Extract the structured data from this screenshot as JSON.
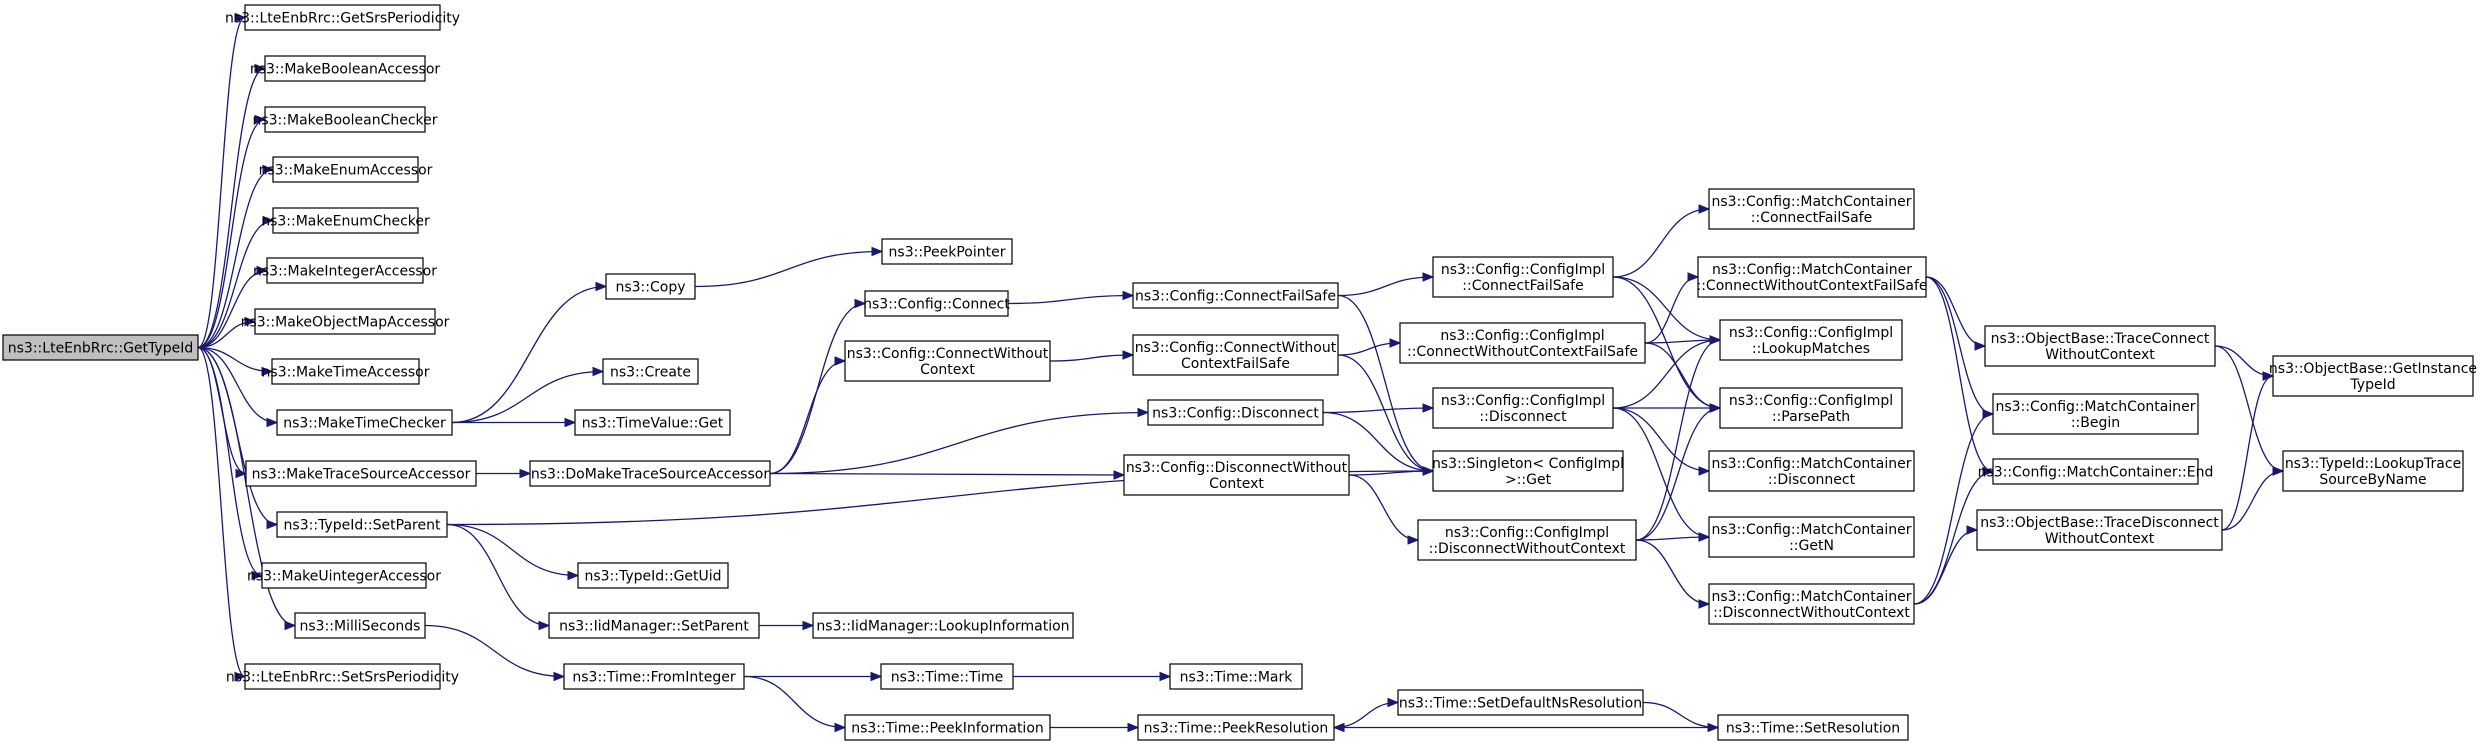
{
  "diagram": {
    "type": "call-graph",
    "nodes": [
      {
        "id": "root",
        "lines": [
          "ns3::LteEnbRrc::GetTypeId"
        ],
        "root": true
      },
      {
        "id": "getsrs",
        "lines": [
          "ns3::LteEnbRrc::GetSrsPeriodicity"
        ]
      },
      {
        "id": "mkboolacc",
        "lines": [
          "ns3::MakeBooleanAccessor"
        ]
      },
      {
        "id": "mkboolchk",
        "lines": [
          "ns3::MakeBooleanChecker"
        ]
      },
      {
        "id": "mkenumacc",
        "lines": [
          "ns3::MakeEnumAccessor"
        ]
      },
      {
        "id": "mkenumchk",
        "lines": [
          "ns3::MakeEnumChecker"
        ]
      },
      {
        "id": "mkintacc",
        "lines": [
          "ns3::MakeIntegerAccessor"
        ]
      },
      {
        "id": "mkobjmap",
        "lines": [
          "ns3::MakeObjectMapAccessor"
        ]
      },
      {
        "id": "mktimeacc",
        "lines": [
          "ns3::MakeTimeAccessor"
        ]
      },
      {
        "id": "mktimechk",
        "lines": [
          "ns3::MakeTimeChecker"
        ]
      },
      {
        "id": "mktrace",
        "lines": [
          "ns3::MakeTraceSourceAccessor"
        ]
      },
      {
        "id": "setparent",
        "lines": [
          "ns3::TypeId::SetParent"
        ]
      },
      {
        "id": "mkuint",
        "lines": [
          "ns3::MakeUintegerAccessor"
        ]
      },
      {
        "id": "milli",
        "lines": [
          "ns3::MilliSeconds"
        ]
      },
      {
        "id": "setsrs",
        "lines": [
          "ns3::LteEnbRrc::SetSrsPeriodicity"
        ]
      },
      {
        "id": "copy",
        "lines": [
          "ns3::Copy"
        ]
      },
      {
        "id": "create",
        "lines": [
          "ns3::Create"
        ]
      },
      {
        "id": "tvget",
        "lines": [
          "ns3::TimeValue::Get"
        ]
      },
      {
        "id": "peekptr",
        "lines": [
          "ns3::PeekPointer"
        ]
      },
      {
        "id": "domktrace",
        "lines": [
          "ns3::DoMakeTraceSourceAccessor"
        ]
      },
      {
        "id": "getuid",
        "lines": [
          "ns3::TypeId::GetUid"
        ]
      },
      {
        "id": "iidsetparent",
        "lines": [
          "ns3::IidManager::SetParent"
        ]
      },
      {
        "id": "iidlookup",
        "lines": [
          "ns3::IidManager::LookupInformation"
        ]
      },
      {
        "id": "fromint",
        "lines": [
          "ns3::Time::FromInteger"
        ]
      },
      {
        "id": "cfgconnect",
        "lines": [
          "ns3::Config::Connect"
        ]
      },
      {
        "id": "cfgconnwo",
        "lines": [
          "ns3::Config::ConnectWithout",
          "Context"
        ]
      },
      {
        "id": "timetime",
        "lines": [
          "ns3::Time::Time"
        ]
      },
      {
        "id": "peekinfo",
        "lines": [
          "ns3::Time::PeekInformation"
        ]
      },
      {
        "id": "cfgconnfs",
        "lines": [
          "ns3::Config::ConnectFailSafe"
        ]
      },
      {
        "id": "cfgconnwofs",
        "lines": [
          "ns3::Config::ConnectWithout",
          "ContextFailSafe"
        ]
      },
      {
        "id": "cfgdisc",
        "lines": [
          "ns3::Config::Disconnect"
        ]
      },
      {
        "id": "cfgdiscwo",
        "lines": [
          "ns3::Config::DisconnectWithout",
          "Context"
        ]
      },
      {
        "id": "timemark",
        "lines": [
          "ns3::Time::Mark"
        ]
      },
      {
        "id": "peekres",
        "lines": [
          "ns3::Time::PeekResolution"
        ]
      },
      {
        "id": "implconnfs",
        "lines": [
          "ns3::Config::ConfigImpl",
          "::ConnectFailSafe"
        ]
      },
      {
        "id": "implconnwofs",
        "lines": [
          "ns3::Config::ConfigImpl",
          "::ConnectWithoutContextFailSafe"
        ]
      },
      {
        "id": "impldisc",
        "lines": [
          "ns3::Config::ConfigImpl",
          "::Disconnect"
        ]
      },
      {
        "id": "singleton",
        "lines": [
          "ns3::Singleton< ConfigImpl",
          ">::Get"
        ]
      },
      {
        "id": "impldiscwo",
        "lines": [
          "ns3::Config::ConfigImpl",
          "::DisconnectWithoutContext"
        ]
      },
      {
        "id": "setdefres",
        "lines": [
          "ns3::Time::SetDefaultNsResolution"
        ]
      },
      {
        "id": "mcconnfs",
        "lines": [
          "ns3::Config::MatchContainer",
          "::ConnectFailSafe"
        ]
      },
      {
        "id": "mcconnwofs",
        "lines": [
          "ns3::Config::MatchContainer",
          "::ConnectWithoutContextFailSafe"
        ]
      },
      {
        "id": "lookupmatches",
        "lines": [
          "ns3::Config::ConfigImpl",
          "::LookupMatches"
        ]
      },
      {
        "id": "parsepath",
        "lines": [
          "ns3::Config::ConfigImpl",
          "::ParsePath"
        ]
      },
      {
        "id": "mcdisc",
        "lines": [
          "ns3::Config::MatchContainer",
          "::Disconnect"
        ]
      },
      {
        "id": "mcgetn",
        "lines": [
          "ns3::Config::MatchContainer",
          "::GetN"
        ]
      },
      {
        "id": "mcdiscwo",
        "lines": [
          "ns3::Config::MatchContainer",
          "::DisconnectWithoutContext"
        ]
      },
      {
        "id": "setres",
        "lines": [
          "ns3::Time::SetResolution"
        ]
      },
      {
        "id": "mcbegin",
        "lines": [
          "ns3::Config::MatchContainer",
          "::Begin"
        ]
      },
      {
        "id": "mcend",
        "lines": [
          "ns3::Config::MatchContainer::End"
        ]
      },
      {
        "id": "obtraceconn",
        "lines": [
          "ns3::ObjectBase::TraceConnect",
          "WithoutContext"
        ]
      },
      {
        "id": "obtracedisc",
        "lines": [
          "ns3::ObjectBase::TraceDisconnect",
          "WithoutContext"
        ]
      },
      {
        "id": "getinst",
        "lines": [
          "ns3::ObjectBase::GetInstance",
          "TypeId"
        ]
      },
      {
        "id": "lookuptrace",
        "lines": [
          "ns3::TypeId::LookupTrace",
          "SourceByName"
        ]
      }
    ],
    "edges": [
      [
        "root",
        "getsrs"
      ],
      [
        "root",
        "mkboolacc"
      ],
      [
        "root",
        "mkboolchk"
      ],
      [
        "root",
        "mkenumacc"
      ],
      [
        "root",
        "mkenumchk"
      ],
      [
        "root",
        "mkintacc"
      ],
      [
        "root",
        "mkobjmap"
      ],
      [
        "root",
        "mktimeacc"
      ],
      [
        "root",
        "mktimechk"
      ],
      [
        "root",
        "mktrace"
      ],
      [
        "root",
        "setparent"
      ],
      [
        "root",
        "mkuint"
      ],
      [
        "root",
        "milli"
      ],
      [
        "root",
        "setsrs"
      ],
      [
        "mktimechk",
        "copy"
      ],
      [
        "mktimechk",
        "create"
      ],
      [
        "mktimechk",
        "tvget"
      ],
      [
        "copy",
        "peekptr"
      ],
      [
        "mktrace",
        "domktrace"
      ],
      [
        "domktrace",
        "cfgconnect"
      ],
      [
        "domktrace",
        "cfgconnwo"
      ],
      [
        "domktrace",
        "cfgdisc"
      ],
      [
        "domktrace",
        "cfgdiscwo"
      ],
      [
        "setparent",
        "getuid"
      ],
      [
        "setparent",
        "iidsetparent"
      ],
      [
        "setparent",
        "singleton"
      ],
      [
        "iidsetparent",
        "iidlookup"
      ],
      [
        "milli",
        "fromint"
      ],
      [
        "fromint",
        "timetime"
      ],
      [
        "fromint",
        "peekinfo"
      ],
      [
        "timetime",
        "timemark"
      ],
      [
        "peekinfo",
        "peekres"
      ],
      [
        "peekres",
        "setdefres"
      ],
      [
        "setdefres",
        "setres"
      ],
      [
        "setres",
        "peekres"
      ],
      [
        "cfgconnect",
        "cfgconnfs"
      ],
      [
        "cfgconnwo",
        "cfgconnwofs"
      ],
      [
        "cfgconnfs",
        "implconnfs"
      ],
      [
        "cfgconnfs",
        "singleton"
      ],
      [
        "cfgconnwofs",
        "implconnwofs"
      ],
      [
        "cfgconnwofs",
        "singleton"
      ],
      [
        "cfgdisc",
        "impldisc"
      ],
      [
        "cfgdisc",
        "singleton"
      ],
      [
        "cfgdiscwo",
        "singleton"
      ],
      [
        "cfgdiscwo",
        "impldiscwo"
      ],
      [
        "implconnfs",
        "mcconnfs"
      ],
      [
        "implconnfs",
        "lookupmatches"
      ],
      [
        "implconnfs",
        "parsepath"
      ],
      [
        "implconnwofs",
        "mcconnwofs"
      ],
      [
        "implconnwofs",
        "lookupmatches"
      ],
      [
        "implconnwofs",
        "parsepath"
      ],
      [
        "impldisc",
        "mcdisc"
      ],
      [
        "impldisc",
        "lookupmatches"
      ],
      [
        "impldisc",
        "parsepath"
      ],
      [
        "impldisc",
        "mcgetn"
      ],
      [
        "impldiscwo",
        "mcdiscwo"
      ],
      [
        "impldiscwo",
        "lookupmatches"
      ],
      [
        "impldiscwo",
        "parsepath"
      ],
      [
        "impldiscwo",
        "mcgetn"
      ],
      [
        "mcconnwofs",
        "obtraceconn"
      ],
      [
        "mcconnwofs",
        "mcbegin"
      ],
      [
        "mcconnwofs",
        "mcend"
      ],
      [
        "mcdiscwo",
        "obtracedisc"
      ],
      [
        "mcdiscwo",
        "mcbegin"
      ],
      [
        "mcdiscwo",
        "mcend"
      ],
      [
        "obtraceconn",
        "getinst"
      ],
      [
        "obtraceconn",
        "lookuptrace"
      ],
      [
        "obtracedisc",
        "getinst"
      ],
      [
        "obtracedisc",
        "lookuptrace"
      ]
    ]
  }
}
